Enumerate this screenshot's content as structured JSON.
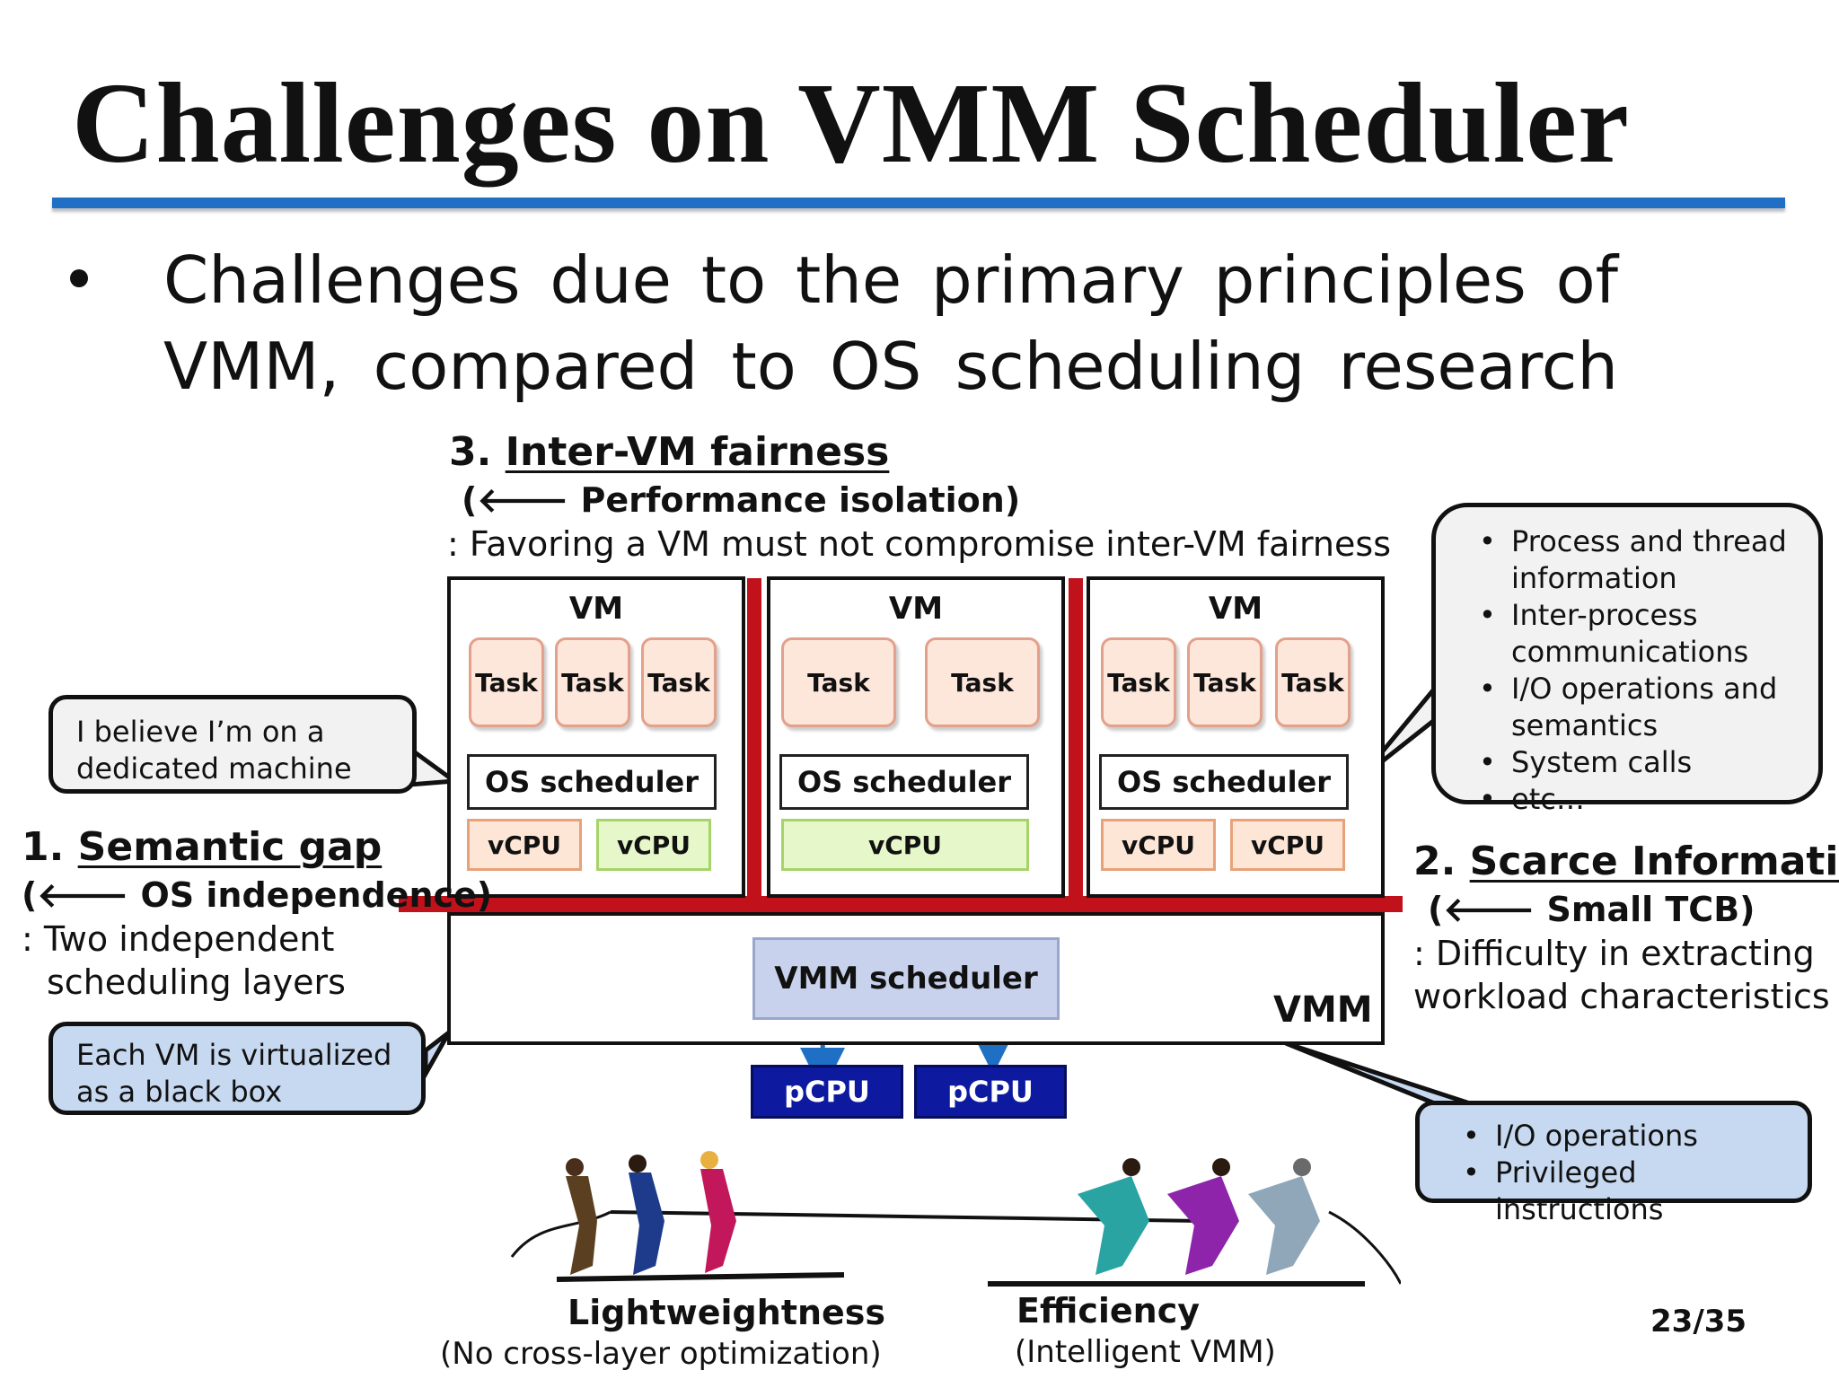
{
  "slide": {
    "title": "Challenges on VMM Scheduler",
    "bullet_line1": "Challenges due to the primary principles of",
    "bullet_line2": "VMM, compared to OS scheduling research",
    "page_number": "23/35"
  },
  "fairness": {
    "number": "3.",
    "title": "Inter-VM fairness",
    "subtitle": "(🡐 Performance isolation)",
    "desc": ": Favoring a VM must not compromise inter-VM fairness"
  },
  "semantic_gap": {
    "number": "1.",
    "title": "Semantic gap",
    "subtitle": "(🡐 OS independence)",
    "desc1": ": Two independent",
    "desc2": "scheduling layers"
  },
  "scarce_info": {
    "number": "2.",
    "title": "Scarce Information",
    "subtitle": "(🡐 Small TCB)",
    "desc1": ": Difficulty in extracting",
    "desc2": "workload characteristics"
  },
  "callouts": {
    "dedicated": [
      "I believe I’m on a",
      "dedicated machine"
    ],
    "blackbox": [
      "Each VM is virtualized",
      "as a black box"
    ],
    "process_info": [
      "Process and thread information",
      "Inter-process communications",
      "I/O operations and semantics",
      "System calls",
      "etc…"
    ],
    "io": [
      "I/O operations",
      "Privileged instructions"
    ]
  },
  "diagram": {
    "vm_label": "VM",
    "task_label": "Task",
    "os_scheduler_label": "OS scheduler",
    "vcpu_label": "vCPU",
    "vmm_label": "VMM",
    "vmm_scheduler_label": "VMM scheduler",
    "pcpu_label": "pCPU"
  },
  "tug_of_war": {
    "left_title": "Lightweightness",
    "left_sub": "(No cross-layer optimization)",
    "right_title": "Efficiency",
    "right_sub": "(Intelligent VMM)"
  },
  "colors": {
    "title_rule": "#1f6fc5",
    "red_bar": "#c1121b",
    "arrow_blue": "#1f6fc5",
    "arrow_red": "#c1121b",
    "pcpu": "#0d1aa0",
    "blue_callout": "#c7d9f1"
  }
}
